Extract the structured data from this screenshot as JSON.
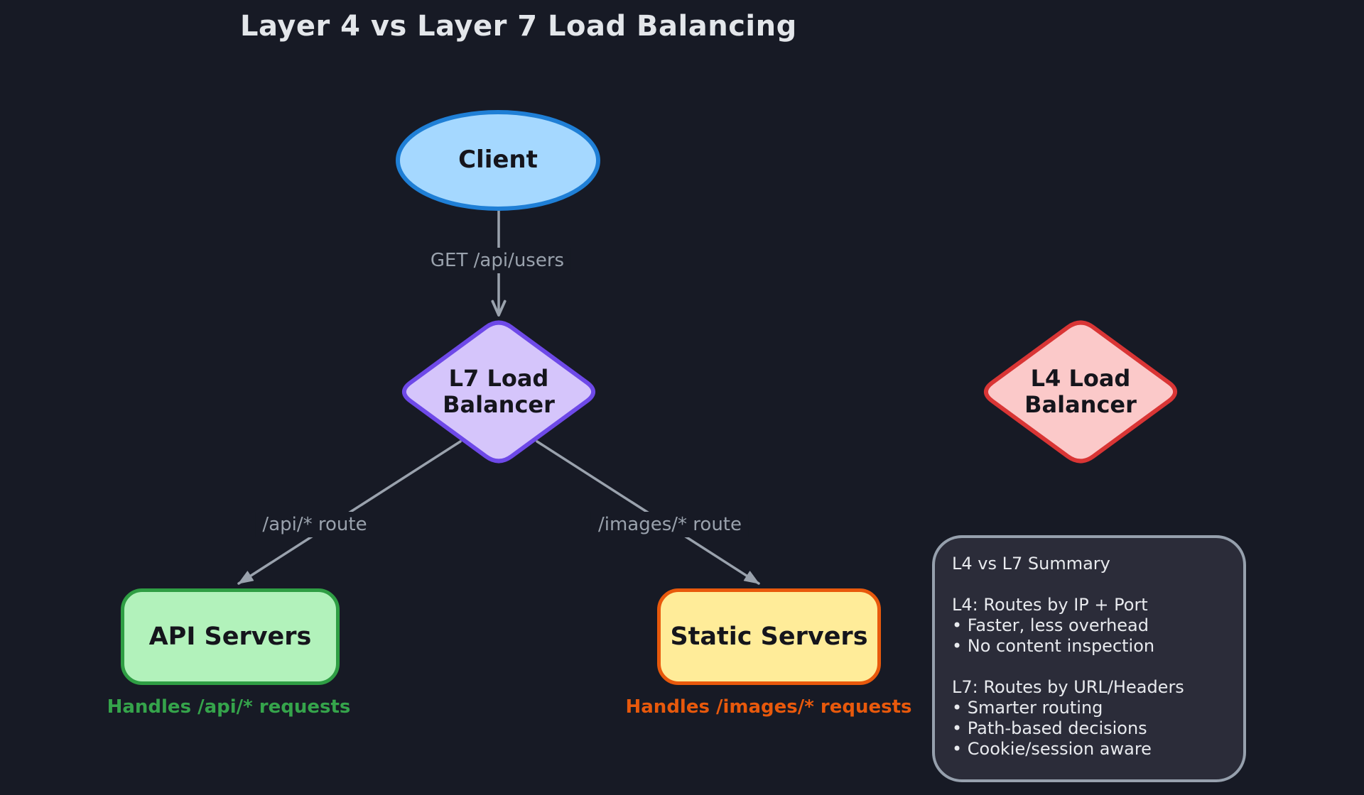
{
  "palette": {
    "canvas_bg": "#171a25",
    "title_text": "#e3e6ea",
    "edge": "#9aa2ad",
    "node_text": "#15151c",
    "client_fill": "#a5d8ff",
    "client_stroke": "#1f7fd6",
    "l7_fill": "#d5c5fb",
    "l7_stroke": "#6e49e8",
    "l4_fill": "#fbc9c9",
    "l4_stroke": "#d93535",
    "api_fill": "#b2f2bb",
    "api_stroke": "#2f9e44",
    "static_fill": "#ffec99",
    "static_stroke": "#e8590c",
    "api_caption": "#35a44b",
    "static_caption": "#e8590c",
    "panel_fill": "#2b2c39",
    "panel_stroke": "#96a0ad",
    "panel_text": "#e8eaee"
  },
  "title": "Layer 4 vs Layer 7 Load Balancing",
  "nodes": {
    "client": {
      "label": "Client"
    },
    "l7": {
      "label": "L7 Load\nBalancer"
    },
    "l4": {
      "label": "L4 Load\nBalancer"
    },
    "api": {
      "label": "API Servers",
      "caption": "Handles /api/* requests"
    },
    "static_servers": {
      "label": "Static Servers",
      "caption": "Handles /images/* requests"
    }
  },
  "edges": {
    "client_l7": {
      "label": "GET /api/users"
    },
    "l7_api": {
      "label": "/api/* route"
    },
    "l7_static": {
      "label": "/images/* route"
    }
  },
  "summary": {
    "lines": [
      "L4 vs L7 Summary",
      "",
      "L4: Routes by IP + Port",
      "• Faster, less overhead",
      "• No content inspection",
      "",
      "L7: Routes by URL/Headers",
      "• Smarter routing",
      "• Path-based decisions",
      "• Cookie/session aware"
    ]
  }
}
